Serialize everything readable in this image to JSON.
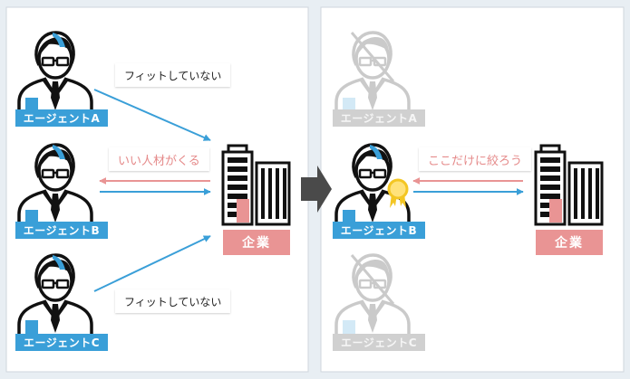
{
  "left_panel": {
    "agents": [
      {
        "label": "エージェントA",
        "state": "active"
      },
      {
        "label": "エージェントB",
        "state": "active"
      },
      {
        "label": "エージェントC",
        "state": "active"
      }
    ],
    "bubbles": {
      "top": "フィットしていない",
      "middle": "いい人材がくる",
      "bottom": "フィットしていない"
    },
    "company_label": "企業"
  },
  "right_panel": {
    "agents": [
      {
        "label": "エージェントA",
        "state": "dimmed"
      },
      {
        "label": "エージェントB",
        "state": "selected"
      },
      {
        "label": "エージェントC",
        "state": "dimmed"
      }
    ],
    "bubble": "ここだけに絞ろう",
    "company_label": "企業"
  },
  "colors": {
    "accent_blue": "#3a9fd8",
    "pink": "#e99494",
    "dim_gray": "#d0d0d0",
    "medal_gold": "#f3c623"
  },
  "icons": {
    "person": "person-in-suit-icon",
    "building": "office-building-icon",
    "medal": "medal-icon",
    "transition_arrow": "right-arrow-icon"
  }
}
